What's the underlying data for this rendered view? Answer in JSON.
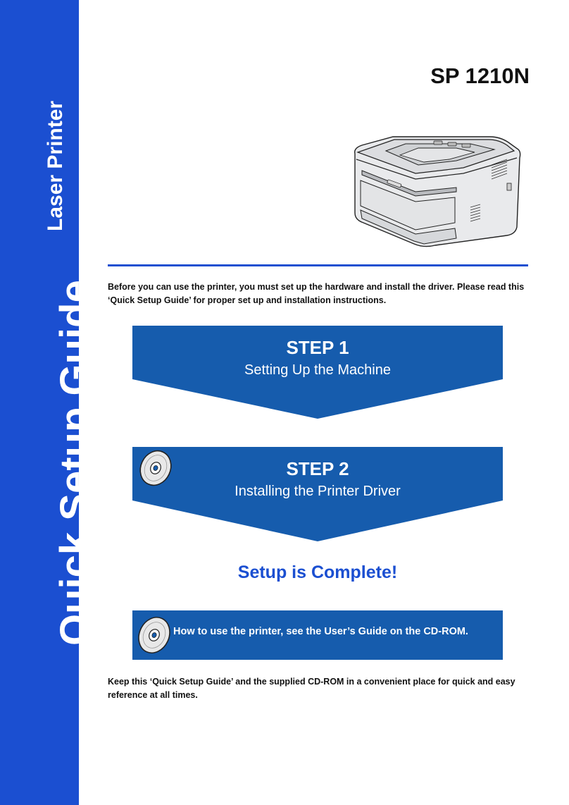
{
  "spine": {
    "title": "Quick Setup Guide",
    "subtitle": "Laser Printer"
  },
  "model": "SP 1210N",
  "intro_text": "Before you can use the printer, you must set up the hardware and install the driver. Please read this ‘Quick Setup Guide’ for proper set up and installation instructions.",
  "steps": [
    {
      "title": "STEP 1",
      "subtitle": "Setting Up the Machine"
    },
    {
      "title": "STEP 2",
      "subtitle": "Installing the Printer Driver"
    }
  ],
  "complete_text": "Setup is Complete!",
  "cd_box_text": "How to use the printer, see the User’s Guide on the CD-ROM.",
  "outro_text": "Keep this ‘Quick Setup Guide’ and the supplied CD-ROM in a convenient place for quick and easy reference at all times.",
  "colors": {
    "spine_blue": "#1b4fd1",
    "banner_blue": "#165cad",
    "text_dark": "#111111"
  },
  "icons": {
    "printer": "printer-illustration",
    "cd": "cd-rom-icon"
  }
}
